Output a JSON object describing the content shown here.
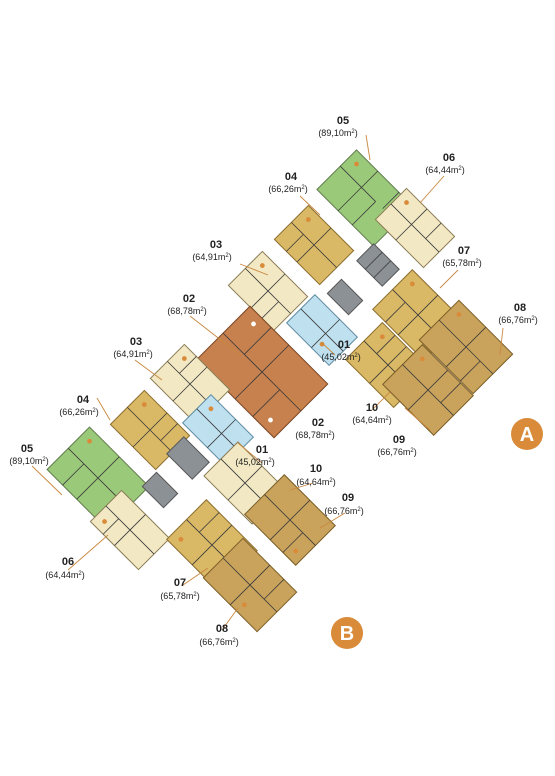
{
  "towers": [
    {
      "id": "A",
      "label": "A"
    },
    {
      "id": "B",
      "label": "B"
    }
  ],
  "colors": {
    "green": "#9bc97a",
    "cream": "#f2e8c4",
    "gold": "#d9b866",
    "tan": "#c9a35c",
    "terracotta": "#c7814f",
    "lightblue": "#bfe0ef",
    "gray": "#8c9196",
    "accent": "#d98b3a"
  },
  "units": [
    {
      "key": "a05",
      "num": "05",
      "area": "89,10m",
      "sup": "2"
    },
    {
      "key": "a06",
      "num": "06",
      "area": "64,44m",
      "sup": "2"
    },
    {
      "key": "a04",
      "num": "04",
      "area": "66,26m",
      "sup": "2"
    },
    {
      "key": "a07",
      "num": "07",
      "area": "65,78m",
      "sup": "2"
    },
    {
      "key": "a03",
      "num": "03",
      "area": "64,91m",
      "sup": "2"
    },
    {
      "key": "a08",
      "num": "08",
      "area": "66,76m",
      "sup": "2"
    },
    {
      "key": "a02",
      "num": "02",
      "area": "68,78m",
      "sup": "2"
    },
    {
      "key": "a01",
      "num": "01",
      "area": "45,02m",
      "sup": "2"
    },
    {
      "key": "a10",
      "num": "10",
      "area": "64,64m",
      "sup": "2"
    },
    {
      "key": "a09",
      "num": "09",
      "area": "66,76m",
      "sup": "2"
    },
    {
      "key": "b03",
      "num": "03",
      "area": "64,91m",
      "sup": "2"
    },
    {
      "key": "b04",
      "num": "04",
      "area": "66,26m",
      "sup": "2"
    },
    {
      "key": "b02",
      "num": "02",
      "area": "68,78m",
      "sup": "2"
    },
    {
      "key": "b05",
      "num": "05",
      "area": "89,10m",
      "sup": "2"
    },
    {
      "key": "b01",
      "num": "01",
      "area": "45,02m",
      "sup": "2"
    },
    {
      "key": "b10",
      "num": "10",
      "area": "64,64m",
      "sup": "2"
    },
    {
      "key": "b09",
      "num": "09",
      "area": "66,76m",
      "sup": "2"
    },
    {
      "key": "b06",
      "num": "06",
      "area": "64,44m",
      "sup": "2"
    },
    {
      "key": "b07",
      "num": "07",
      "area": "65,78m",
      "sup": "2"
    },
    {
      "key": "b08",
      "num": "08",
      "area": "66,76m",
      "sup": "2"
    }
  ]
}
